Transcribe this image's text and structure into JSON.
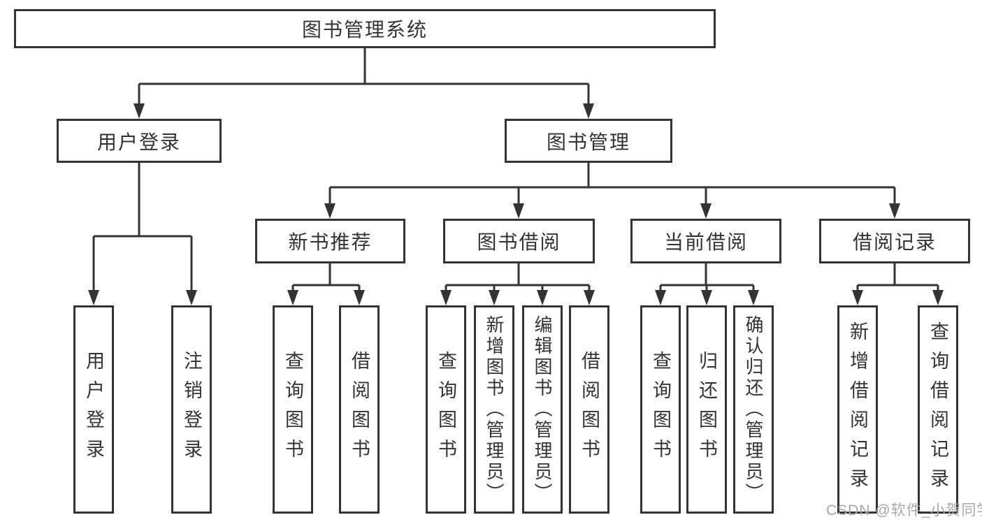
{
  "diagram": {
    "type": "tree",
    "title": "图书管理系统",
    "nodes": {
      "system": {
        "label": "图书管理系统",
        "level": 1
      },
      "user_login": {
        "label": "用户登录",
        "level": 2
      },
      "book_mgmt": {
        "label": "图书管理",
        "level": 2
      },
      "new_book_rec": {
        "label": "新书推荐",
        "level": 3
      },
      "book_borrow": {
        "label": "图书借阅",
        "level": 3
      },
      "current_borrow": {
        "label": "当前借阅",
        "level": 3
      },
      "borrow_records": {
        "label": "借阅记录",
        "level": 3
      },
      "login_action": {
        "label": "用户登录",
        "level": 4
      },
      "logout_action": {
        "label": "注销登录",
        "level": 4
      },
      "rec_query_books": {
        "label": "查询图书",
        "level": 4
      },
      "rec_borrow_books": {
        "label": "借阅图书",
        "level": 4
      },
      "bb_query_books": {
        "label": "查询图书",
        "level": 4
      },
      "bb_add_books": {
        "label": "新增图书（管理员）",
        "level": 4
      },
      "bb_edit_books": {
        "label": "编辑图书（管理员）",
        "level": 4
      },
      "bb_borrow_books": {
        "label": "借阅图书",
        "level": 4
      },
      "cb_query_books": {
        "label": "查询图书",
        "level": 4
      },
      "cb_return_books": {
        "label": "归还图书",
        "level": 4
      },
      "cb_confirm_return": {
        "label": "确认归还（管理员）",
        "level": 4
      },
      "br_add_record": {
        "label": "新增借阅记录",
        "level": 4
      },
      "br_query_record": {
        "label": "查询借阅记录",
        "level": 4
      }
    },
    "edges": [
      [
        "system",
        "user_login"
      ],
      [
        "system",
        "book_mgmt"
      ],
      [
        "user_login",
        "login_action"
      ],
      [
        "user_login",
        "logout_action"
      ],
      [
        "book_mgmt",
        "new_book_rec"
      ],
      [
        "book_mgmt",
        "book_borrow"
      ],
      [
        "book_mgmt",
        "current_borrow"
      ],
      [
        "book_mgmt",
        "borrow_records"
      ],
      [
        "new_book_rec",
        "rec_query_books"
      ],
      [
        "new_book_rec",
        "rec_borrow_books"
      ],
      [
        "book_borrow",
        "bb_query_books"
      ],
      [
        "book_borrow",
        "bb_add_books"
      ],
      [
        "book_borrow",
        "bb_edit_books"
      ],
      [
        "book_borrow",
        "bb_borrow_books"
      ],
      [
        "current_borrow",
        "cb_query_books"
      ],
      [
        "current_borrow",
        "cb_return_books"
      ],
      [
        "current_borrow",
        "cb_confirm_return"
      ],
      [
        "borrow_records",
        "br_add_record"
      ],
      [
        "borrow_records",
        "br_query_record"
      ]
    ],
    "watermark": {
      "text": "CSDN @软件_小贺同学",
      "color": "#a8a8a8"
    },
    "colors": {
      "line": "#333333",
      "border": "#333333",
      "text": "#333333",
      "background": "#ffffff"
    }
  }
}
